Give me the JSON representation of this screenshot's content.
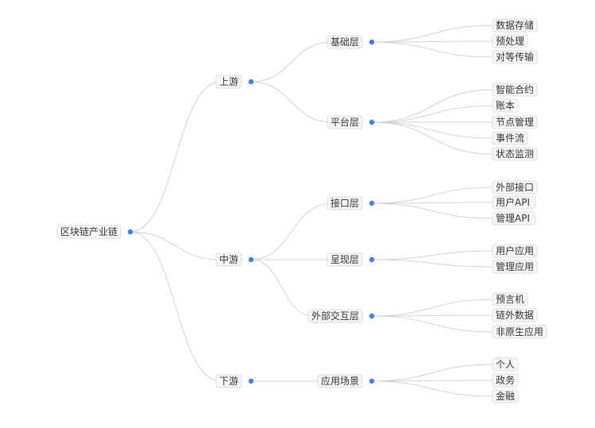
{
  "root": {
    "label": "区块链产业链",
    "children": [
      {
        "label": "上游",
        "children": [
          {
            "label": "基础层",
            "children": [
              {
                "label": "数据存储"
              },
              {
                "label": "预处理"
              },
              {
                "label": "对等传输"
              }
            ]
          },
          {
            "label": "平台层",
            "children": [
              {
                "label": "智能合约"
              },
              {
                "label": "账本"
              },
              {
                "label": "节点管理"
              },
              {
                "label": "事件流"
              },
              {
                "label": "状态监测"
              }
            ]
          }
        ]
      },
      {
        "label": "中游",
        "children": [
          {
            "label": "接口层",
            "children": [
              {
                "label": "外部接口"
              },
              {
                "label": "用户API"
              },
              {
                "label": "管理API"
              }
            ]
          },
          {
            "label": "呈现层",
            "children": [
              {
                "label": "用户应用"
              },
              {
                "label": "管理应用"
              }
            ]
          },
          {
            "label": "外部交互层",
            "children": [
              {
                "label": "预言机"
              },
              {
                "label": "链外数据"
              },
              {
                "label": "非原生应用"
              }
            ]
          }
        ]
      },
      {
        "label": "下游",
        "children": [
          {
            "label": "应用场景",
            "children": [
              {
                "label": "个人"
              },
              {
                "label": "政务"
              },
              {
                "label": "金融"
              }
            ]
          }
        ]
      }
    ]
  }
}
